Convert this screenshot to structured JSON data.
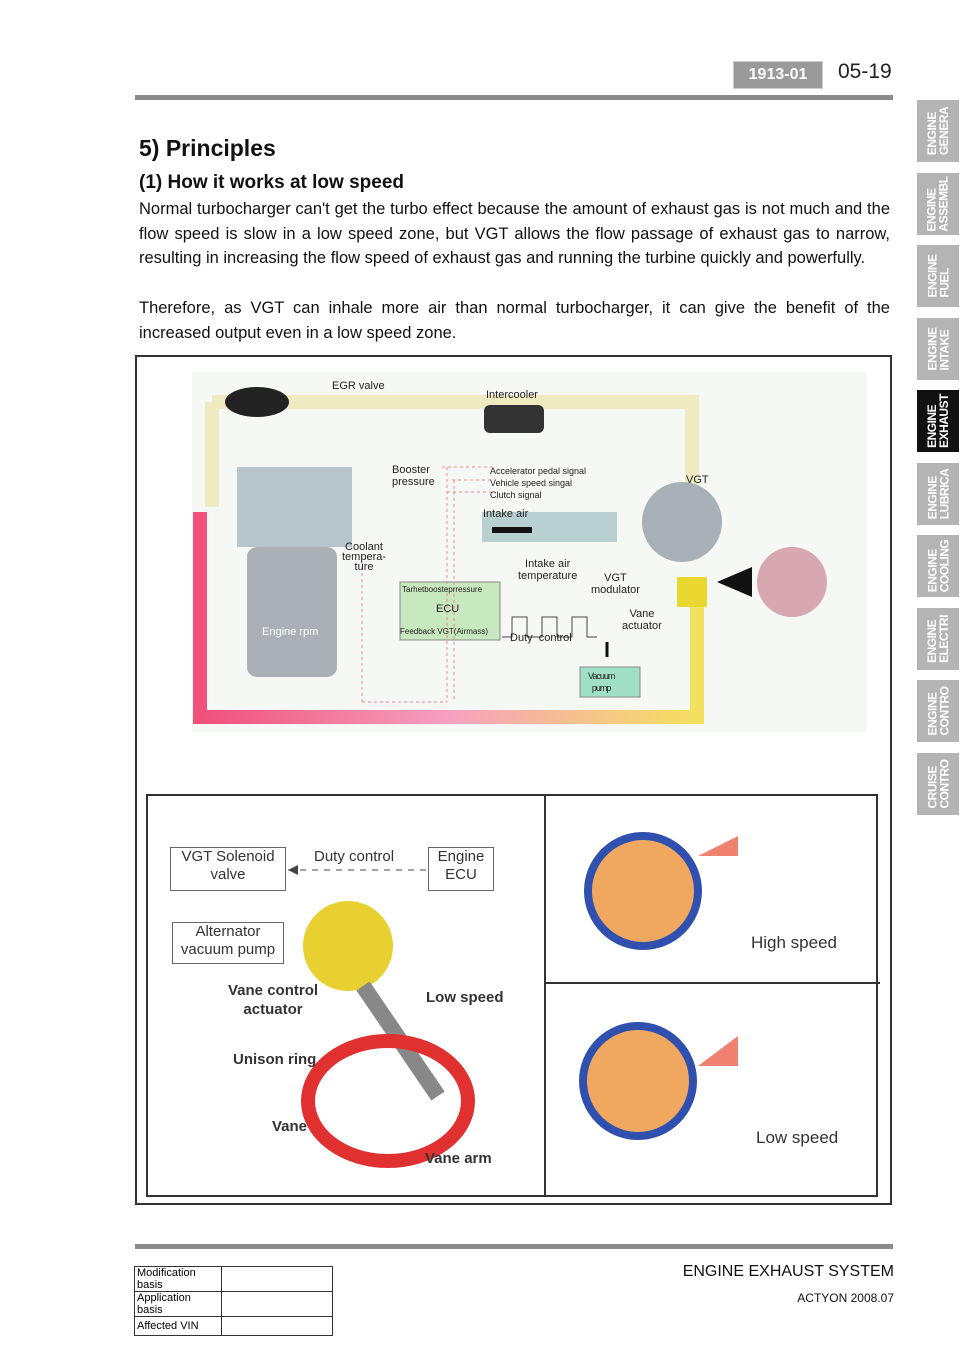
{
  "header": {
    "code": "1913-01",
    "page_number": "05-19"
  },
  "side_tabs": [
    {
      "label": "ENGINE\nGENERA",
      "active": false
    },
    {
      "label": "ENGINE\nASSEMBL",
      "active": false
    },
    {
      "label": "ENGINE\nFUEL",
      "active": false
    },
    {
      "label": "ENGINE\nINTAKE",
      "active": false
    },
    {
      "label": "ENGINE\nEXHAUST",
      "active": true
    },
    {
      "label": "ENGINE\nLUBRICA",
      "active": false
    },
    {
      "label": "ENGINE\nCOOLING",
      "active": false
    },
    {
      "label": "ENGINE\nELECTRI",
      "active": false
    },
    {
      "label": "ENGINE\nCONTRO",
      "active": false
    },
    {
      "label": "CRUISE\nCONTRO",
      "active": false
    }
  ],
  "section_title": "5) Principles",
  "subsection_title": "(1) How it works at low speed",
  "paragraphs": [
    "Normal turbocharger can't get the turbo effect because the amount of exhaust gas is not much and the flow speed is slow in a low speed zone, but VGT allows the flow passage of exhaust gas to narrow, resulting in increasing the flow speed of exhaust gas and running the turbine quickly and powerfully.",
    "Therefore, as VGT can inhale more air than normal turbocharger, it can give the benefit of the increased output even in a low speed zone."
  ],
  "diagram_top": {
    "egr_valve": "EGR valve",
    "intercooler": "Intercooler",
    "booster_pressure": "Booster\npressure",
    "accelerator": "Accelerator pedal signal",
    "vehicle_speed": "Vehicle speed singal",
    "clutch": "Clutch signal",
    "vgt": "VGT",
    "intake_air": "Intake air",
    "coolant": "Coolant\ntempera-\nture",
    "intake_air_temp": "Intake air\ntemperature",
    "vgt_modulator": "VGT\nmodulator",
    "ecu_target": "Tarhetboosteprressure",
    "ecu": "ECU",
    "ecu_feedback": "Feedback VGT(Airmass)",
    "engine_rpm": "Engine rpm",
    "vane_actuator": "Vane\nactuator",
    "duty_control": "Duty  control",
    "vacuum_pump": "Vacuum\npump"
  },
  "diagram_bottom": {
    "vgt_solenoid": "VGT Solenoid\nvalve",
    "duty_control": "Duty control",
    "engine_ecu": "Engine\nECU",
    "alternator": "Alternator\nvacuum pump",
    "vane_control": "Vane control\nactuator",
    "low_speed_left": "Low speed",
    "unison_ring": "Unison ring",
    "vane": "Vane",
    "vane_arm": "Vane arm",
    "high_speed": "High speed",
    "low_speed": "Low speed"
  },
  "footer": {
    "title": "ENGINE EXHAUST SYSTEM",
    "model": "ACTYON 2008.07",
    "meta": [
      "Modification basis",
      "Application basis",
      "Affected VIN"
    ]
  }
}
